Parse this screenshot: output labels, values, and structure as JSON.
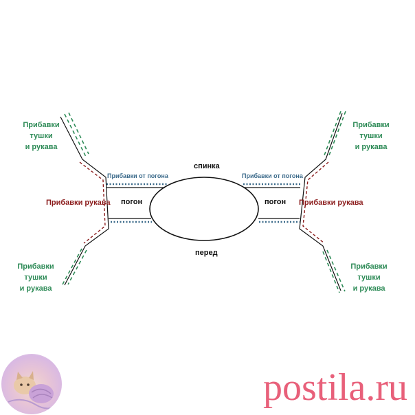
{
  "labels": {
    "back": "спинка",
    "front": "перед",
    "yoke_left": "погон",
    "yoke_right": "погон",
    "increases_from_yoke_left": "Прибавки от погона",
    "increases_from_yoke_right": "Прибавки от погона",
    "sleeve_increases_left": "Прибавки рукава",
    "sleeve_increases_right": "Прибавки рукава",
    "body_sleeve_increases": {
      "top_left": [
        "Прибавки",
        "тушки",
        "и рукава"
      ],
      "top_right": [
        "Прибавки",
        "тушки",
        "и рукава"
      ],
      "bottom_left": [
        "Прибавки",
        "тушки",
        "и рукава"
      ],
      "bottom_right": [
        "Прибавки",
        "тушки",
        "и рукава"
      ]
    }
  },
  "watermark": "postila.ru",
  "colors": {
    "green": "#2e8b57",
    "red": "#8b1c1c",
    "blue": "#3b6a8a",
    "brand": "#e8607a"
  }
}
